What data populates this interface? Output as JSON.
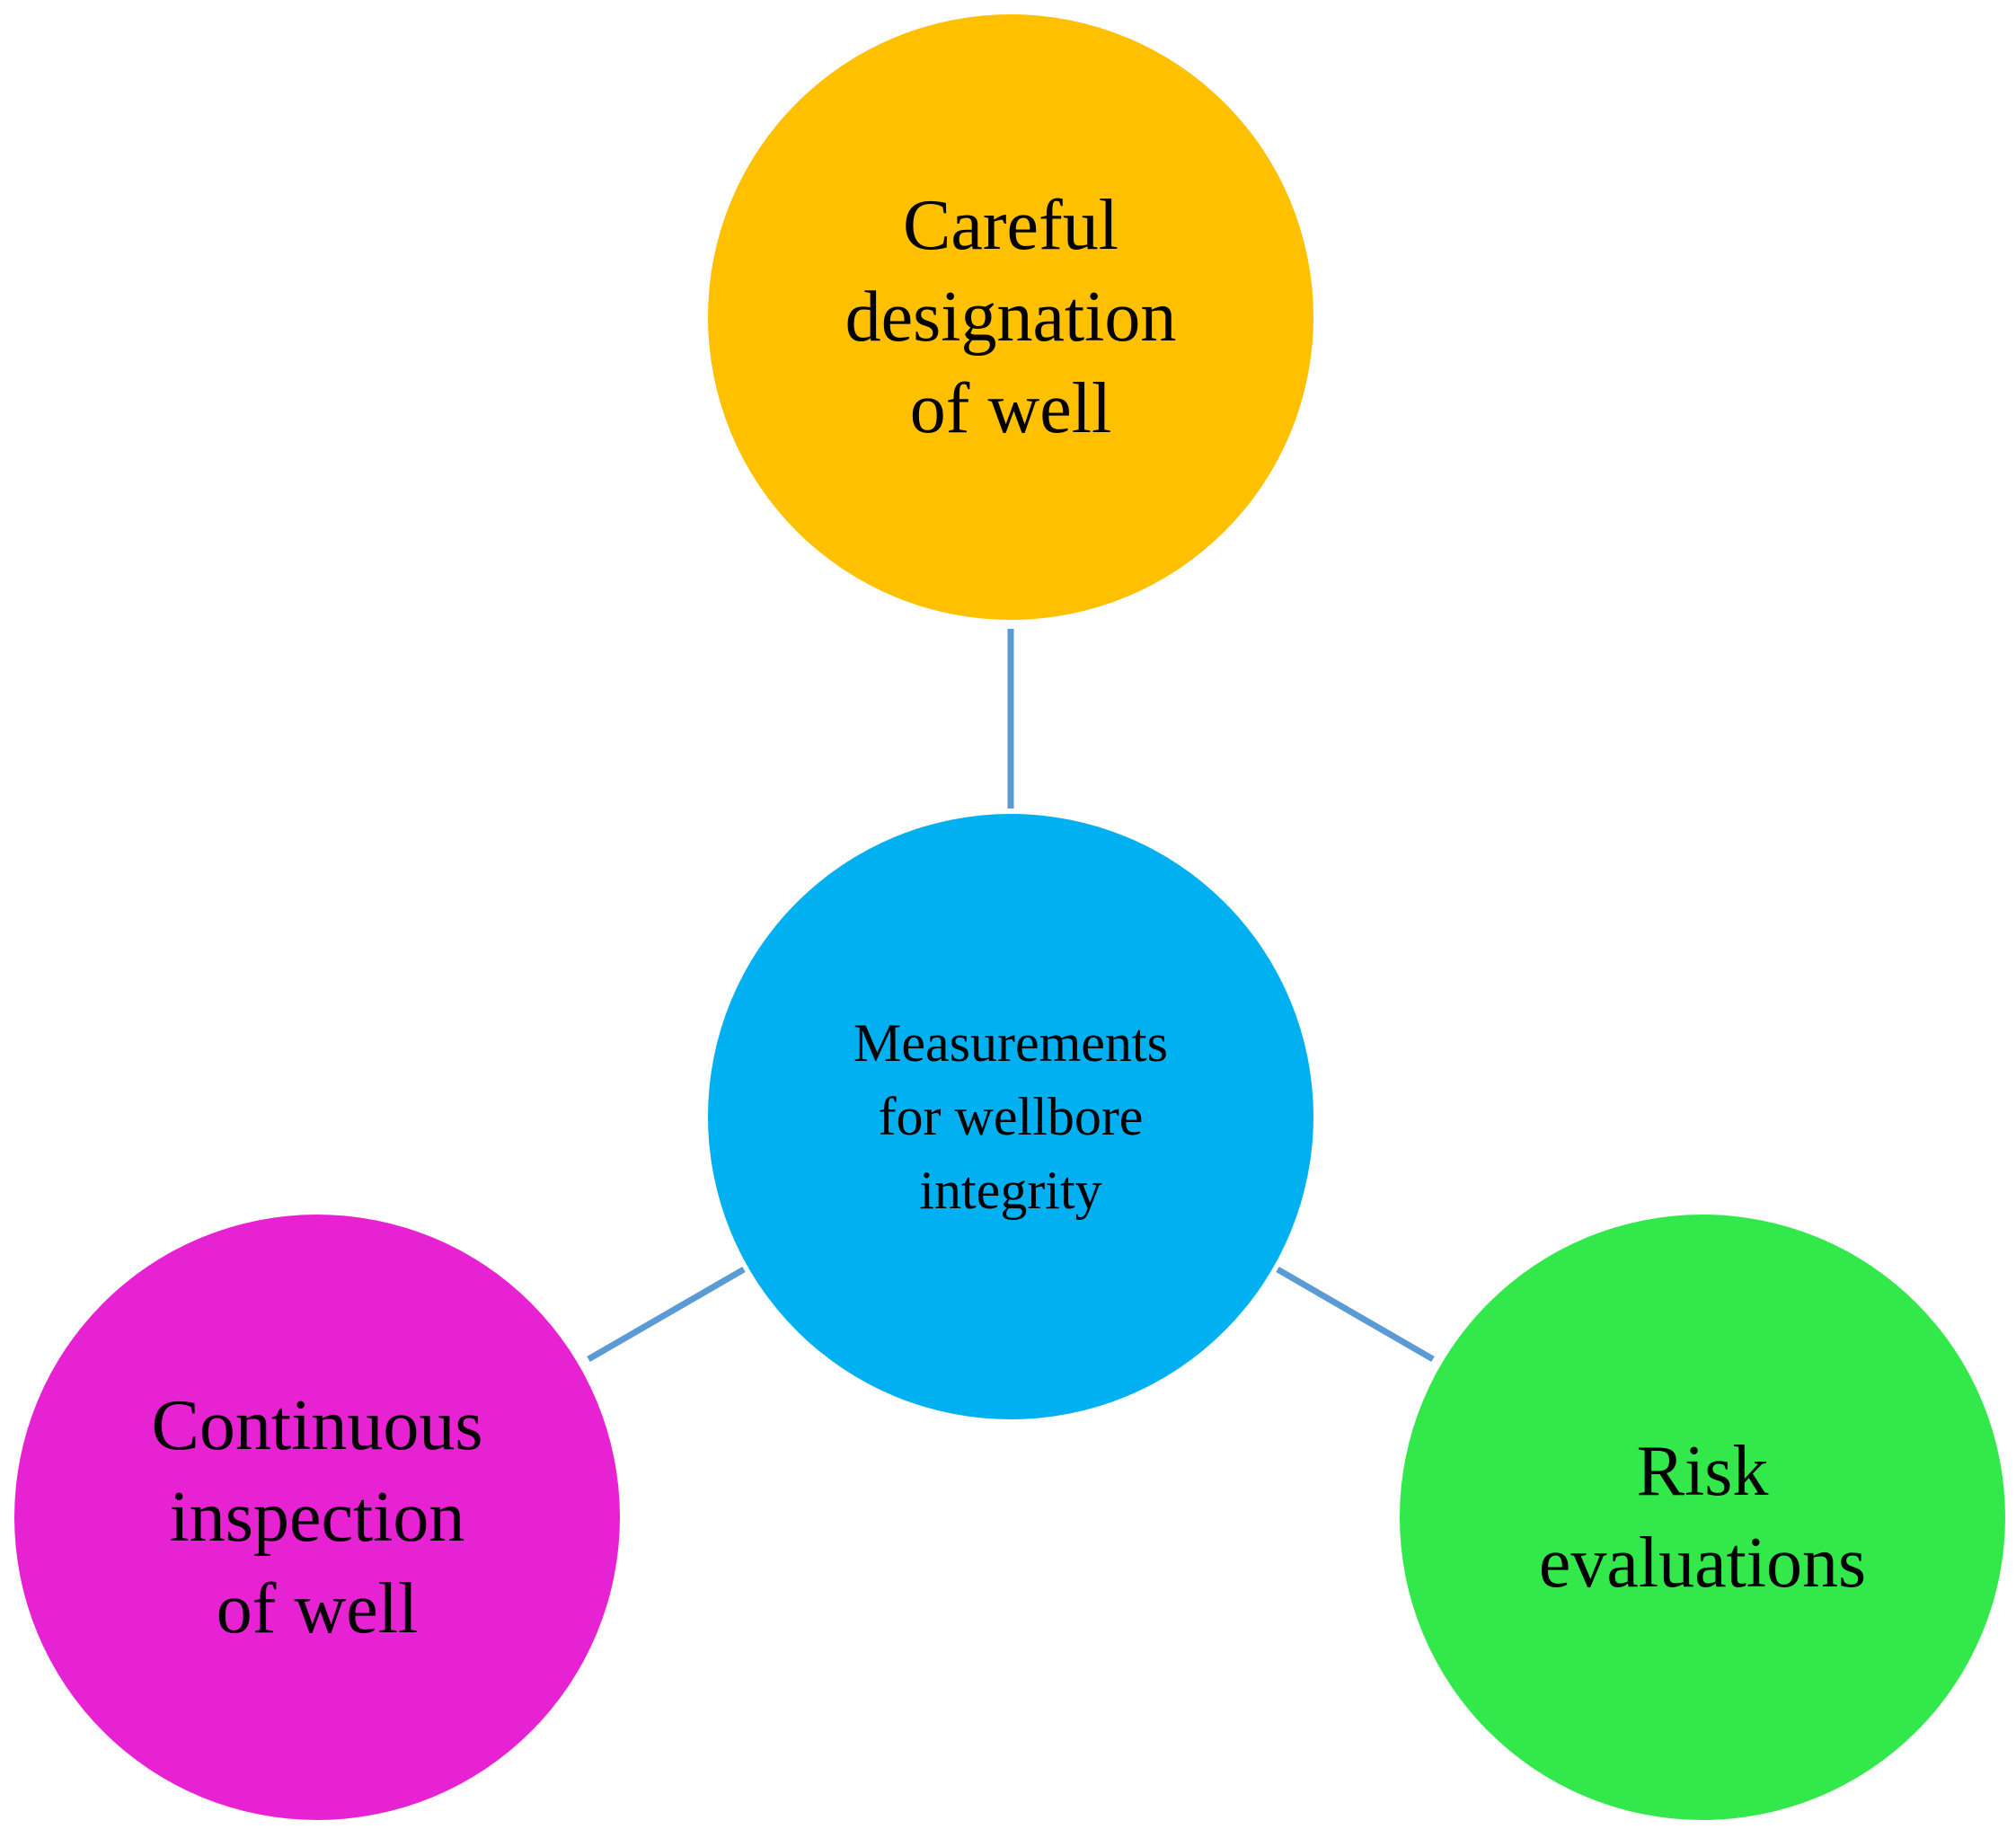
{
  "diagram": {
    "connector_color": "#5b9bd5",
    "center": {
      "label": "Measurements\nfor wellbore\nintegrity",
      "color": "#00b0f0"
    },
    "top": {
      "label": "Careful\ndesignation\nof well",
      "color": "#ffc000"
    },
    "left": {
      "label": "Continuous\ninspection\nof well",
      "color": "#e622d3"
    },
    "right": {
      "label": "Risk\nevaluations",
      "color": "#33e84a"
    }
  }
}
